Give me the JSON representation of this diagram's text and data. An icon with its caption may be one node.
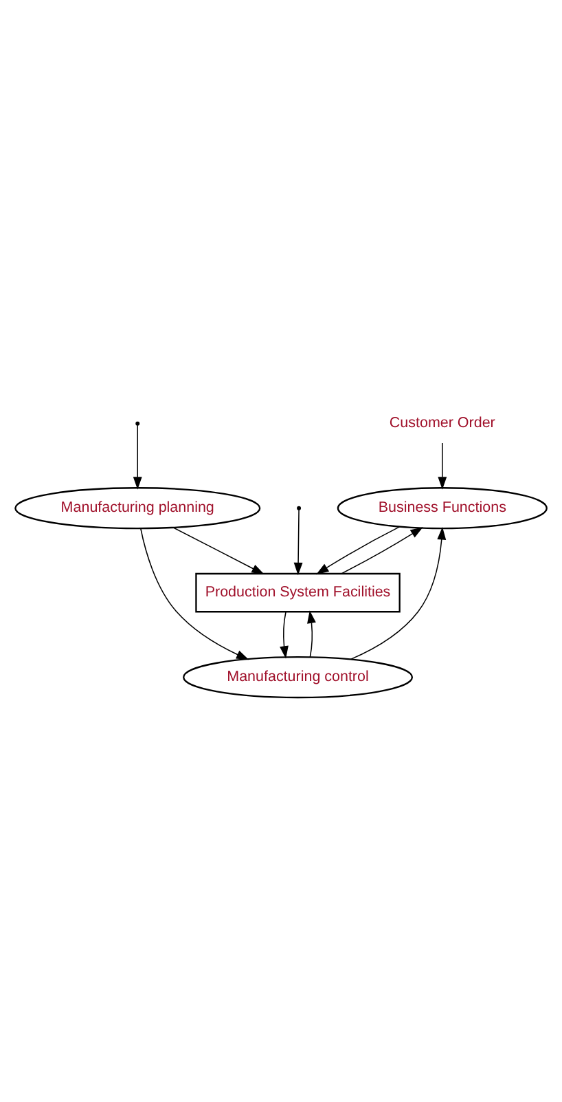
{
  "diagram": {
    "nodes": [
      {
        "text": [
          "Business Functions"
        ]
      },
      {
        "text": [
          "Manufacturing planning"
        ]
      },
      {
        "text": [
          "Manufacturing control"
        ]
      },
      {
        "text": [
          "Production System Facilities"
        ]
      },
      {
        "text": [
          "Customer Order"
        ]
      }
    ],
    "edges": [
      {
        "from": null,
        "to": 1,
        "arrow": "to"
      },
      {
        "from": 1,
        "to": 2,
        "arrow": "to"
      },
      {
        "from": 2,
        "to": 0,
        "arrow": "to"
      },
      {
        "from": 4,
        "to": 0,
        "arrow": "to"
      },
      {
        "from": 1,
        "to": 3,
        "arrow": "to"
      },
      {
        "from": 3,
        "to": 2,
        "arrow": "to"
      },
      {
        "from": 2,
        "to": 3,
        "arrow": "to"
      },
      {
        "from": 0,
        "to": 3,
        "arrow": "to"
      },
      {
        "from": 3,
        "to": 0,
        "arrow": "to"
      },
      {
        "from": null,
        "to": 3,
        "arrow": "to"
      }
    ]
  }
}
